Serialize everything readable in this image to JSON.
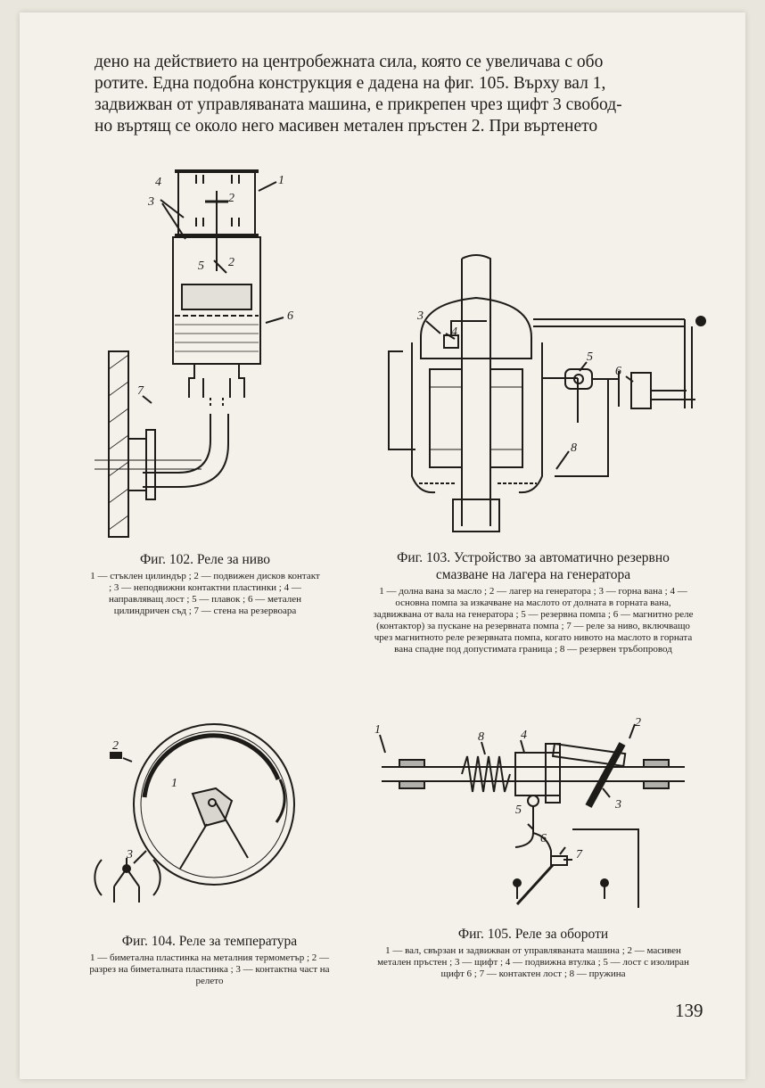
{
  "page": {
    "body_lines": [
      "дено на действието на центробежната сила, която се увеличава с обо",
      "ротите. Една подобна конструкция е дадена на фиг. 105. Върху вал 1,",
      "задвижван от управляваната машина, е прикрепен чрез щифт 3 свобод-",
      "но въртящ се около него масивен метален пръстен 2. При въртенето"
    ],
    "page_number": "139"
  },
  "figures": {
    "fig102": {
      "title": "Фиг. 102. Реле за ниво",
      "legend": "1 — стъклен цилиндър ; 2 — подвижен дисков контакт ; 3 — неподвижни контактни пластинки ; 4 — направляващ лост ; 5 — плавок ; 6 — метален цилиндричен съд ; 7 — стена на резервоара",
      "labels": [
        "4",
        "3",
        "2",
        "1",
        "5",
        "2",
        "6",
        "7"
      ]
    },
    "fig103": {
      "title": "Фиг. 103. Устройство за автоматично резервно смазване на лагера на генератора",
      "legend": "1 — долна вана за масло ; 2 — лагер на генератора ; 3 — горна вана ; 4 — основна помпа за изкачване на маслото от долната в горната вана, задвижвана от вала на генератора ; 5 — резервна помпа ; 6 — магнитно реле (контактор) за пускане на резервната помпа ; 7 — реле за ниво, включващо чрез магнитното реле резервната помпа, когато нивото на маслото в горната вана спадне под допустимата граница ; 8 — резервен тръбопровод",
      "labels": [
        "3",
        "4",
        "5",
        "6",
        "8"
      ]
    },
    "fig104": {
      "title": "Фиг. 104. Реле за температура",
      "legend": "1 — биметална пластинка на металния термометър ; 2 — разрез на биметалната пластинка ; 3 — контактна част на релето",
      "labels": [
        "2",
        "1",
        "3"
      ]
    },
    "fig105": {
      "title": "Фиг. 105. Реле за обороти",
      "legend": "1 — вал, свързан и задвижван от управляваната машина ; 2 — масивен метален пръстен ; 3 — щифт ; 4 — подвижна втулка ; 5 — лост с изолиран щифт 6 ; 7 — контактен лост ; 8 — пружина",
      "labels": [
        "1",
        "8",
        "4",
        "2",
        "3",
        "5",
        "6",
        "7"
      ]
    }
  },
  "colors": {
    "paper": "#f3f1ea",
    "ink": "#1e1c18"
  }
}
